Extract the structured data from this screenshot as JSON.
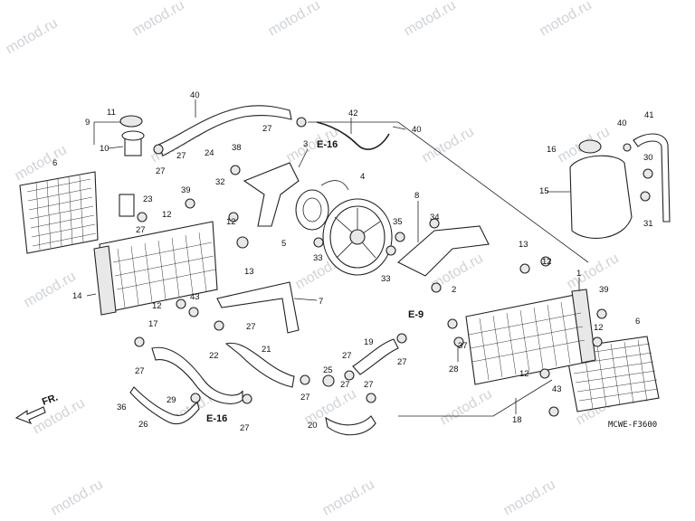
{
  "diagram": {
    "code": "MCWE-F3600",
    "watermark": "motod.ru",
    "front_label": "FR.",
    "refs": [
      {
        "id": "e16a",
        "text": "E-16"
      },
      {
        "id": "e16b",
        "text": "E-16"
      },
      {
        "id": "e9",
        "text": "E-9"
      }
    ],
    "callouts": [
      {
        "id": "c40a",
        "text": "40"
      },
      {
        "id": "c11",
        "text": "11"
      },
      {
        "id": "c9",
        "text": "9"
      },
      {
        "id": "c10",
        "text": "10"
      },
      {
        "id": "c27a",
        "text": "27"
      },
      {
        "id": "c27b",
        "text": "27"
      },
      {
        "id": "c24",
        "text": "24"
      },
      {
        "id": "c27c",
        "text": "27"
      },
      {
        "id": "c42",
        "text": "42"
      },
      {
        "id": "c40b",
        "text": "40"
      },
      {
        "id": "c3",
        "text": "3"
      },
      {
        "id": "c38",
        "text": "38"
      },
      {
        "id": "c4",
        "text": "4"
      },
      {
        "id": "c6a",
        "text": "6"
      },
      {
        "id": "c23",
        "text": "23"
      },
      {
        "id": "c39a",
        "text": "39"
      },
      {
        "id": "c32",
        "text": "32"
      },
      {
        "id": "c12a",
        "text": "12"
      },
      {
        "id": "c27d",
        "text": "27"
      },
      {
        "id": "c12b",
        "text": "12"
      },
      {
        "id": "c13a",
        "text": "13"
      },
      {
        "id": "c5",
        "text": "5"
      },
      {
        "id": "c33a",
        "text": "33"
      },
      {
        "id": "c35",
        "text": "35"
      },
      {
        "id": "c34",
        "text": "34"
      },
      {
        "id": "c8",
        "text": "8"
      },
      {
        "id": "c33b",
        "text": "33"
      },
      {
        "id": "c2",
        "text": "2"
      },
      {
        "id": "c14",
        "text": "14"
      },
      {
        "id": "c12c",
        "text": "12"
      },
      {
        "id": "c43a",
        "text": "43"
      },
      {
        "id": "c7",
        "text": "7"
      },
      {
        "id": "c17",
        "text": "17"
      },
      {
        "id": "c27e",
        "text": "27"
      },
      {
        "id": "c22",
        "text": "22"
      },
      {
        "id": "c21",
        "text": "21"
      },
      {
        "id": "c27f",
        "text": "27"
      },
      {
        "id": "c36",
        "text": "36"
      },
      {
        "id": "c29",
        "text": "29"
      },
      {
        "id": "c26",
        "text": "26"
      },
      {
        "id": "c27g",
        "text": "27"
      },
      {
        "id": "c25",
        "text": "25"
      },
      {
        "id": "c27h",
        "text": "27"
      },
      {
        "id": "c19",
        "text": "19"
      },
      {
        "id": "c27i",
        "text": "27"
      },
      {
        "id": "c27j",
        "text": "27"
      },
      {
        "id": "c27k",
        "text": "27"
      },
      {
        "id": "c20",
        "text": "20"
      },
      {
        "id": "c27l",
        "text": "27"
      },
      {
        "id": "c37",
        "text": "37"
      },
      {
        "id": "c28",
        "text": "28"
      },
      {
        "id": "c40c",
        "text": "40"
      },
      {
        "id": "c41",
        "text": "41"
      },
      {
        "id": "c16",
        "text": "16"
      },
      {
        "id": "c30",
        "text": "30"
      },
      {
        "id": "c15",
        "text": "15"
      },
      {
        "id": "c31",
        "text": "31"
      },
      {
        "id": "c13b",
        "text": "13"
      },
      {
        "id": "c12d",
        "text": "12"
      },
      {
        "id": "c1",
        "text": "1"
      },
      {
        "id": "c39b",
        "text": "39"
      },
      {
        "id": "c12e",
        "text": "12"
      },
      {
        "id": "c6b",
        "text": "6"
      },
      {
        "id": "c12f",
        "text": "12"
      },
      {
        "id": "c43b",
        "text": "43"
      },
      {
        "id": "c18",
        "text": "18"
      }
    ]
  }
}
